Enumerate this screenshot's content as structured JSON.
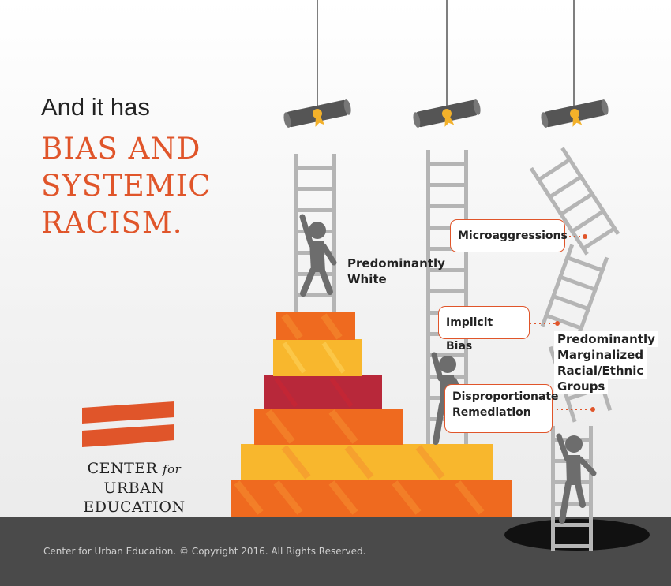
{
  "intro": "And it has",
  "headline": [
    "BIAS AND",
    "SYSTEMIC",
    "RACISM."
  ],
  "labels": {
    "white": [
      "Predominantly",
      "White"
    ],
    "marginalized": [
      "Predominantly",
      "Marginalized",
      "Racial/Ethnic",
      "Groups"
    ]
  },
  "barriers": {
    "microaggressions": "Microaggressions",
    "implicit_bias": "Implicit Bias",
    "remediation": [
      "Disproportionate",
      "Remediation"
    ]
  },
  "organization": {
    "line1_a": "CENTER",
    "line1_for": "for",
    "line1_b": "URBAN",
    "line2": "EDUCATION"
  },
  "footer": "Center for Urban Education. © Copyright 2016. All Rights Reserved.",
  "colors": {
    "accent": "#e0552a",
    "ground": "#4a4a4a",
    "ladder": "#b5b5b5",
    "figure": "#6d6d6d",
    "diploma": "#555555",
    "ribbon": "#f3b12a"
  }
}
